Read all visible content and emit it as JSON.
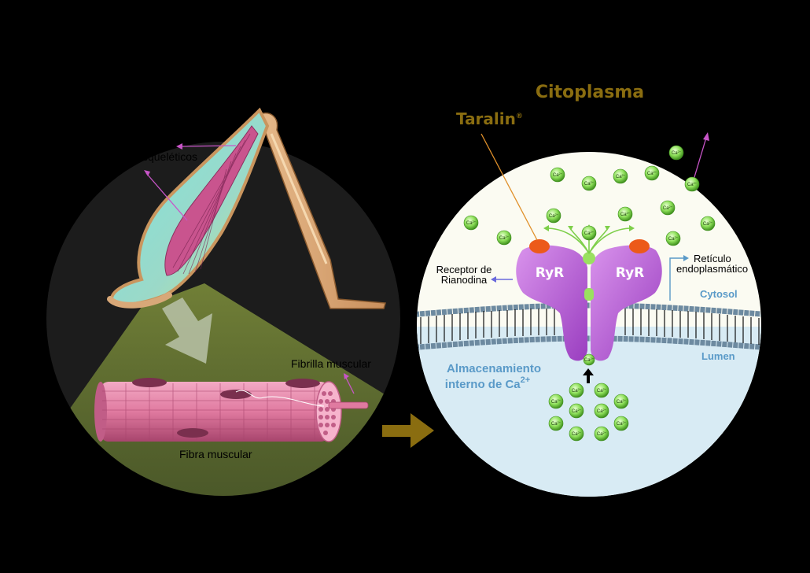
{
  "labels": {
    "citoplasma": "Citoplasma",
    "taralin": "Taralin",
    "taralin_mark": "®",
    "ryr_left": "RyR",
    "ryr_right": "RyR",
    "receptor_line1": "Receptor de",
    "receptor_line2": "Rianodina",
    "reticulo_line1": "Retículo",
    "reticulo_line2": "endoplasmático",
    "cytosol": "Cytosol",
    "lumen": "Lumen",
    "almacenamiento_line1": "Almacenamiento",
    "almacenamiento_line2": "interno de Ca",
    "almacenamiento_sup": "2+",
    "musculos": "esqueléticos",
    "fibrilla": "Fibrilla muscular",
    "fibra": "Fibra muscular",
    "ca_ion": "Ca",
    "ca_charge": "2+"
  },
  "colors": {
    "background": "#000000",
    "title_gold": "#8a6d10",
    "receptor_purple": "#b85cd6",
    "ion_green": "#8ee05a",
    "arrow_gold": "#8a6d10",
    "cytosol_blue": "#5a9ac8",
    "muscle_pink": "#e07aa0"
  }
}
